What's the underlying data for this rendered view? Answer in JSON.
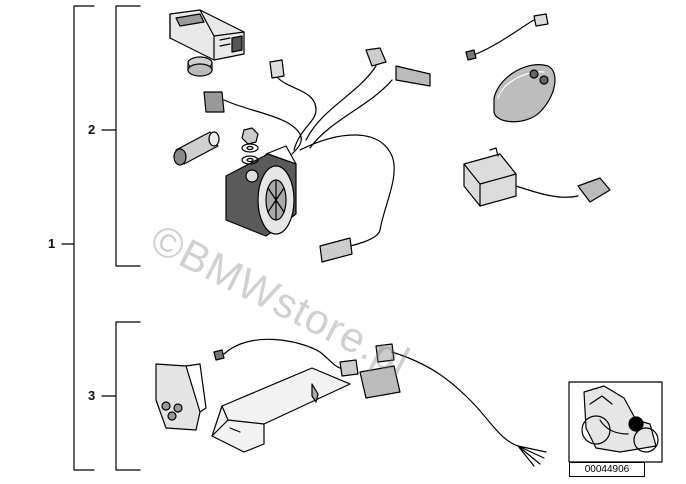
{
  "callouts": {
    "c1": "1",
    "c2": "2",
    "c3": "3"
  },
  "watermark": "©BMWstore.pl",
  "diagram_number": "00044906"
}
